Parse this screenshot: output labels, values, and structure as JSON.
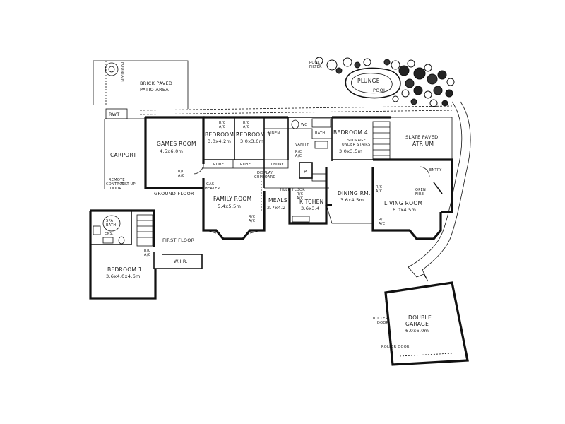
{
  "plan": {
    "labels": {
      "fountain": "FOUNTAIN",
      "brick_patio_1": "BRICK PAVED",
      "brick_patio_2": "PATIO AREA",
      "pool_filter_1": "POOL",
      "pool_filter_2": "FILTER",
      "plunge": "PLUNGE",
      "pool": "POOL",
      "rwt": "RWT",
      "carport": "CARPORT",
      "remote_door_1": "REMOTE",
      "remote_door_2": "CONTROL",
      "remote_door_3": "TILT-UP",
      "remote_door_4": "DOOR",
      "games_room": "GAMES ROOM",
      "games_room_dim": "4.5x6.0m",
      "ac_games_1": "R/C",
      "ac_games_2": "A/C",
      "bedroom2": "BEDROOM 2",
      "bedroom2_dim": "3.0x4.2m",
      "bedroom3": "BEDROOM 3",
      "bedroom3_dim": "3.0x3.6m",
      "ac_b2_1": "R/C",
      "ac_b2_2": "A/C",
      "ac_b3_1": "R/C",
      "ac_b3_2": "A/C",
      "robe_1": "ROBE",
      "robe_2": "ROBE",
      "linen": "LINEN",
      "display_cupboard_1": "DISPLAY",
      "display_cupboard_2": "CUPBOARD",
      "laundry": "LNDRY",
      "wc": "WC",
      "bath": "BATH",
      "vanity": "VANITY",
      "ac_vanity_1": "R/C",
      "ac_vanity_2": "A/C",
      "bedroom4": "BEDROOM 4",
      "storage_under_stairs_1": "STORAGE",
      "storage_under_stairs_2": "UNDER STAIRS",
      "bedroom4_dim": "3.0x3.5m",
      "slate_atrium_1": "SLATE PAVED",
      "slate_atrium_2": "ATRIUM",
      "entry": "ENTRY",
      "gas_heater_1": "GAS",
      "gas_heater_2": "HEATER",
      "ground_floor": "GROUND FLOOR",
      "family_room": "FAMILY ROOM",
      "family_room_dim": "5.4x5.5m",
      "ac_family_1": "R/C",
      "ac_family_2": "A/C",
      "tiled_floor": "TILED FLOOR",
      "meals": "MEALS",
      "meals_dim": "2.7x4.2",
      "kitchen": "KITCHEN",
      "kitchen_dim": "3.6x3.4",
      "ac_kitchen_1": "R/C",
      "ac_kitchen_2": "A/C",
      "pantry": "P",
      "dining_rm": "DINING RM.",
      "dining_dim": "3.6x4.5m",
      "ac_dining_1": "R/C",
      "ac_dining_2": "A/C",
      "living_room": "LIVING ROOM",
      "living_dim": "6.0x4.5m",
      "open_fire_1": "OPEN",
      "open_fire_2": "FIRE",
      "ac_living_1": "R/C",
      "ac_living_2": "A/C",
      "spa_bath_1": "SPA",
      "spa_bath_2": "BATH",
      "ens": "ENS.",
      "first_floor": "FIRST FLOOR",
      "wir": "W.I.R.",
      "ac_bed1_1": "R/C",
      "ac_bed1_2": "A/C",
      "bedroom1": "BEDROOM 1",
      "bedroom1_dim": "3.6x4.0x4.6m",
      "roller_door_1": "ROLLER",
      "roller_door_2": "DOOR",
      "double_garage_1": "DOUBLE",
      "double_garage_2": "GARAGE",
      "double_garage_dim": "6.0x6.0m",
      "roller_door_b": "ROLLER DOOR"
    },
    "colors": {
      "ink": "#111111",
      "paper": "#ffffff"
    }
  }
}
